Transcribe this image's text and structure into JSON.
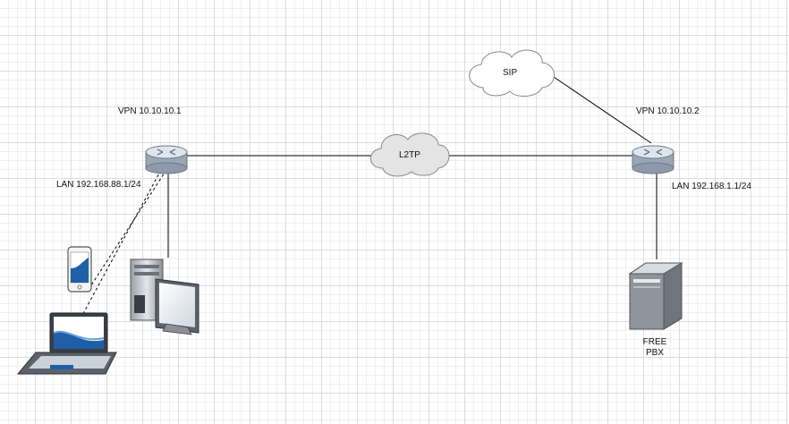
{
  "labels": {
    "vpn_left": "VPN 10.10.10.1",
    "vpn_right": "VPN 10.10.10.2",
    "lan_left": "LAN 192.168.88.1/24",
    "lan_right": "LAN 192.168.1.1/24",
    "cloud_sip": "SIP",
    "cloud_l2tp": "L2TP",
    "pbx_line1": "FREE",
    "pbx_line2": "PBX"
  },
  "colors": {
    "router_body": "#a9b4c2",
    "router_top": "#d6dde6",
    "cloud_fill": "#e6e6e6",
    "cloud_stroke": "#888888",
    "screen_blue": "#1f5fa8",
    "line": "#000000"
  }
}
